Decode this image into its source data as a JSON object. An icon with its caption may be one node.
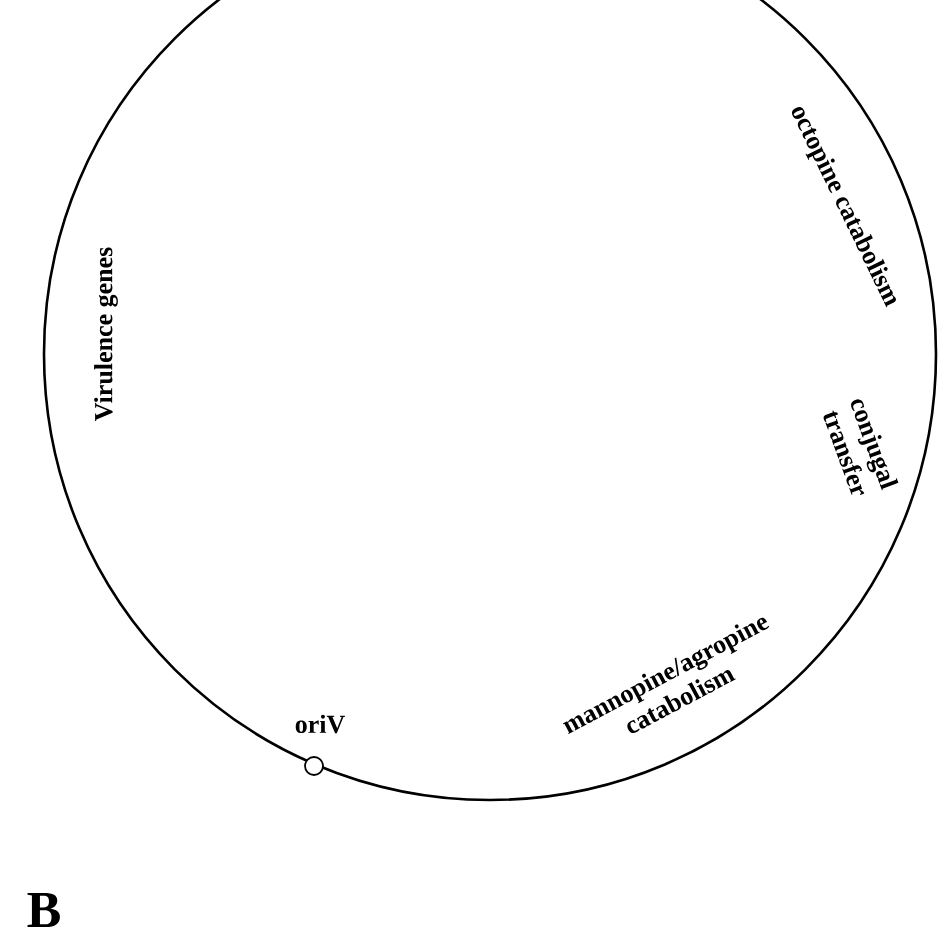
{
  "diagram": {
    "nodes": [
      {
        "text": [],
        "shape": "circle",
        "beside": [
          "oriV"
        ]
      }
    ],
    "labels": [
      "Virulence genes",
      "octopine catabolism",
      "conjugal transfer",
      "mannopine/agropine catabolism",
      "B"
    ]
  }
}
